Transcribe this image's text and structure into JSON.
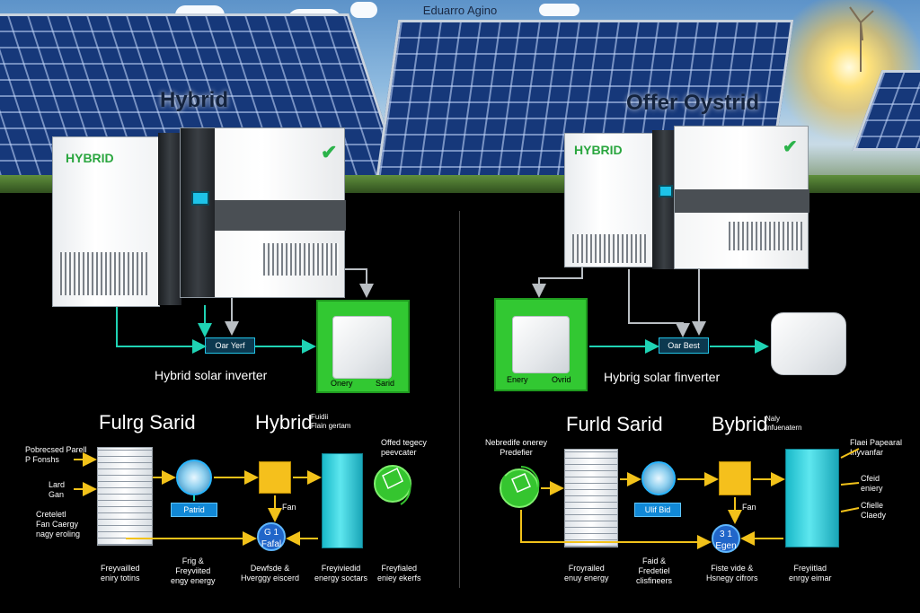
{
  "header": {
    "top_caption": "Eduarro Agino",
    "left_title": "Hybrid",
    "right_title": "Offer Oystrid"
  },
  "left_system": {
    "inverter_badge": "HYBRID",
    "inverter_logo_icon": "leaf-check-icon",
    "button_label": "Oar Yerf",
    "caption": "Hybrid solar inverter",
    "green_box_labels": [
      "Onery",
      "Sarid"
    ]
  },
  "right_system": {
    "inverter_badge": "HYBRID",
    "inverter_logo_icon": "leaf-check-icon",
    "button_label": "Oar Best",
    "caption": "Hybrig solar finverter",
    "green_box_labels": [
      "Enery",
      "Ovrid"
    ]
  },
  "left_flow": {
    "heading_a": "Fulrg Sarid",
    "heading_b": "Hybrid",
    "heading_b_sub": "Fuidii\nFlain gertam",
    "left_notes": [
      "Pobrecsed Parell\nP Fonshs",
      "Lard\nGan",
      "Creteletl\nFan Caergy\nnagy eroling"
    ],
    "right_note": "Offed tegecy\npeevcater",
    "blue_label": "Patrid",
    "fan_label": "Fan",
    "circle_label": "G 1\nFafal",
    "bottom_labels": [
      "Freyvailled\neniry totins",
      "Frig &\nFreyviited\nengy energy",
      "Dewfsde &\nHverggy eiscerd",
      "Freyiviedid\nenergy soctars",
      "Freyfialed\neniey ekerfs"
    ]
  },
  "right_flow": {
    "heading_a": "Furld Sarid",
    "heading_b": "Bybrid",
    "heading_b_sub": "Naly\nInfuenatern",
    "left_note": "Nebredife onerey\nPredefier",
    "right_notes": [
      "Flaei Papearal\nInyvanfar",
      "Cfeid\neniery",
      "Cfielle\nClaedy"
    ],
    "blue_label": "Ulif Bid",
    "fan_label": "Fan",
    "circle_label": "3 1\nEgen",
    "bottom_labels": [
      "Froyrailed\nenuy energy",
      "Faid &\nFredetiel\nclisfineers",
      "Fiste vide &\nHsnegy cifrors",
      "Freyiitlad\nenrgy eimar"
    ]
  },
  "colors": {
    "accent_teal": "#1fd3b4",
    "accent_yellow": "#f2c21a",
    "accent_green": "#32c832",
    "accent_blue": "#1188d6"
  }
}
